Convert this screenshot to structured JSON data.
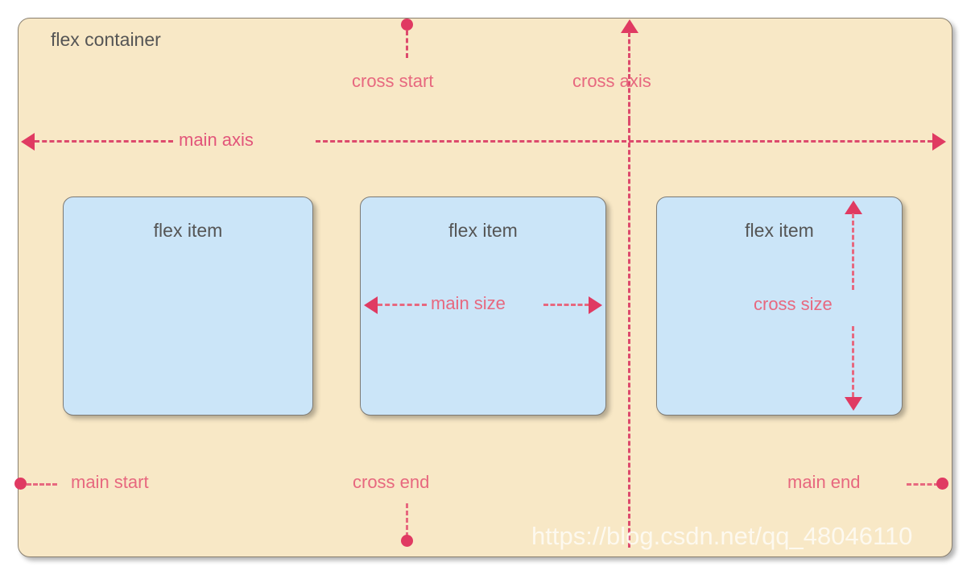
{
  "diagram": {
    "title": "CSS Flexbox terminology diagram",
    "container": {
      "label": "flex container",
      "bg_color": "#f8e8c6",
      "border_color": "#8a8070"
    },
    "items": [
      {
        "label": "flex item"
      },
      {
        "label": "flex item"
      },
      {
        "label": "flex item"
      }
    ],
    "axes": {
      "main_axis": "main axis",
      "cross_axis": "cross axis",
      "main_start": "main start",
      "main_end": "main end",
      "cross_start": "cross start",
      "cross_end": "cross end"
    },
    "sizes": {
      "main_size": "main size",
      "cross_size": "cross size"
    },
    "colors": {
      "item_fill": "#cbe5f8",
      "accent_red": "#e03a62",
      "label_pink": "#e7687f",
      "text_gray": "#555555"
    },
    "watermark": "https://blog.csdn.net/qq_48046110"
  }
}
